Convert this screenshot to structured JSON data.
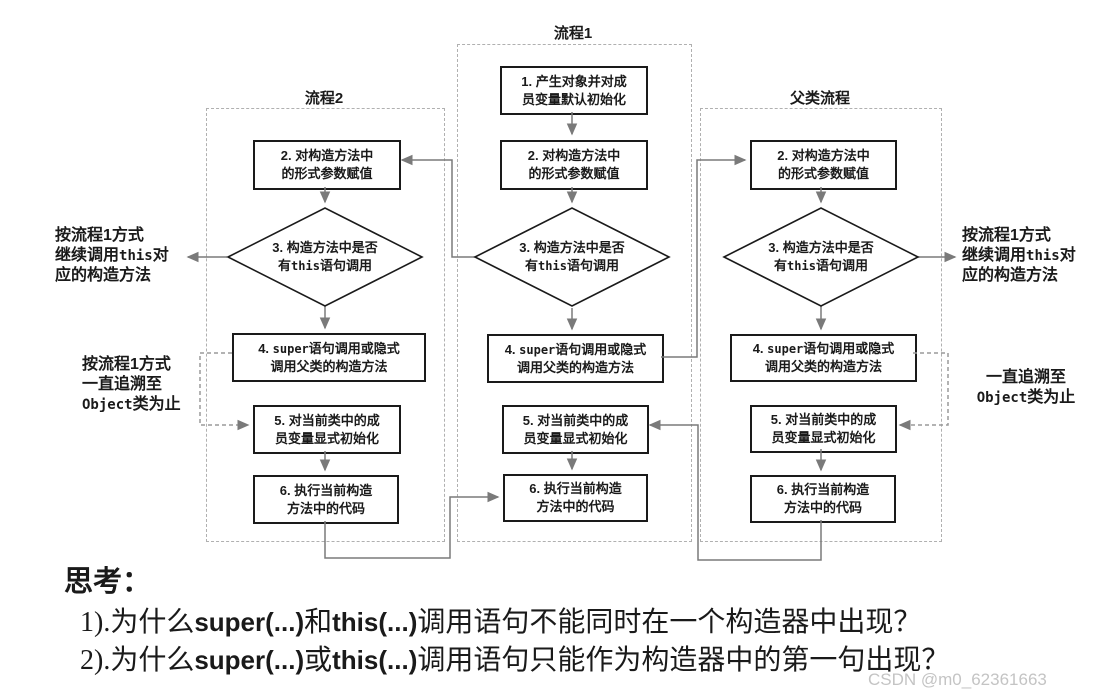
{
  "titles": {
    "process1": "流程1",
    "process2": "流程2",
    "parent": "父类流程"
  },
  "boxes": {
    "b1": {
      "line1": "1. 产生对象并对成",
      "line2": "员变量默认初始化"
    },
    "b2": {
      "line1": "2. 对构造方法中",
      "line2": "的形式参数赋值"
    },
    "b3": {
      "line1": "3. 构造方法中是否",
      "line2_pre": "有",
      "line2_code": "this",
      "line2_post": "语句调用"
    },
    "b4": {
      "line1_pre": "4. ",
      "line1_code": "super",
      "line1_post": "语句调用或隐式",
      "line2": "调用父类的构造方法"
    },
    "b5": {
      "line1": "5. 对当前类中的成",
      "line2": "员变量显式初始化"
    },
    "b6": {
      "line1": "6. 执行当前构造",
      "line2": "方法中的代码"
    }
  },
  "annotations": {
    "cont_this": {
      "line1": "按流程1方式",
      "line2_pre": "继续调用",
      "line2_code": "this",
      "line2_post": "对",
      "line3": "应的构造方法"
    },
    "trace_left": {
      "line1": "按流程1方式",
      "line2": "一直追溯至",
      "line3_code": "Object",
      "line3_post": "类为止"
    },
    "trace_right": {
      "line1": "一直追溯至",
      "line2_code": "Object",
      "line2_post": "类为止"
    }
  },
  "notes": {
    "heading": "思考：",
    "q1": {
      "pre": "1).为什么",
      "code1": "super(...)",
      "mid": "和",
      "code2": "this(...)",
      "post": "调用语句不能同时在一个构造器中出现？"
    },
    "q2": {
      "pre": "2).为什么",
      "code1": "super(...)",
      "mid": "或",
      "code2": "this(...)",
      "post": "调用语句只能作为构造器中的第一句出现？"
    }
  },
  "watermark": "CSDN @m0_62361663",
  "colors": {
    "box_border": "#1a1a1a",
    "connector": "#7a7a7a",
    "dashed_border": "#b0b0b0",
    "watermark_color": "#c4c4c4",
    "page_bg": "#ffffff"
  }
}
